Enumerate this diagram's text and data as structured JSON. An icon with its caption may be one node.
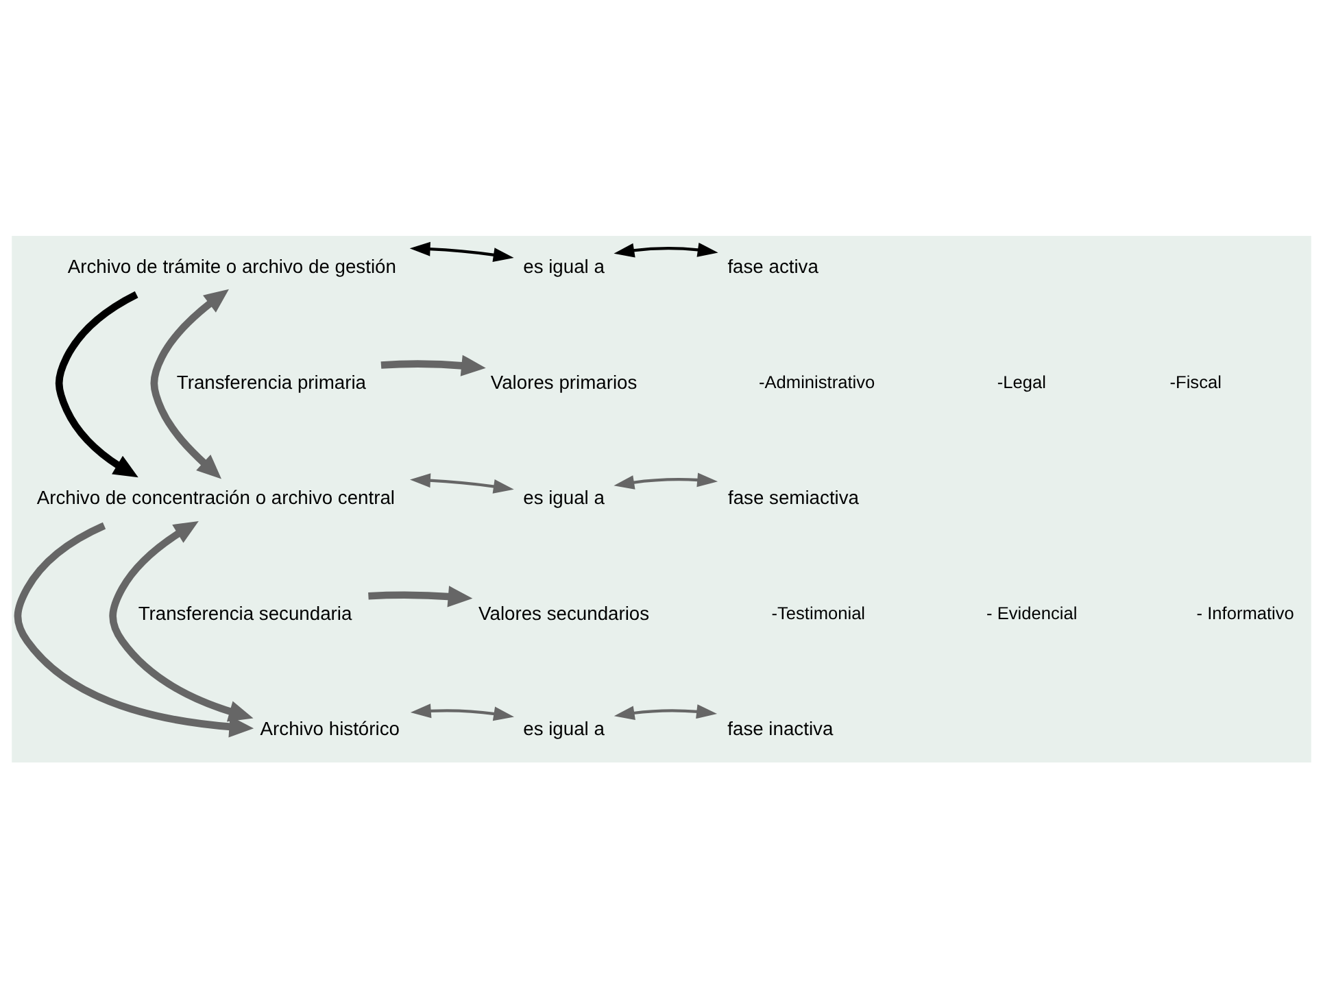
{
  "diagram": {
    "nodes": [
      {
        "text": [
          "Archivo de trámite o archivo de gestión"
        ]
      },
      {
        "text": [
          "es igual a"
        ]
      },
      {
        "text": [
          "fase activa"
        ]
      },
      {
        "text": [
          "Transferencia primaria"
        ]
      },
      {
        "text": [
          "Valores primarios"
        ]
      },
      {
        "text": [
          "Archivo de concentración o archivo central"
        ]
      },
      {
        "text": [
          "es igual a"
        ]
      },
      {
        "text": [
          "fase semiactiva"
        ]
      },
      {
        "text": [
          "Transferencia secundaria"
        ]
      },
      {
        "text": [
          "Valores secundarios"
        ]
      },
      {
        "text": [
          "Archivo histórico"
        ]
      },
      {
        "text": [
          "es igual a"
        ]
      },
      {
        "text": [
          "fase inactiva"
        ]
      }
    ],
    "edges": [
      {
        "from": 0,
        "to": 5,
        "arrow": "to",
        "style": "thick",
        "color": "#000000"
      },
      {
        "from": 0,
        "to": 1,
        "arrow": "both",
        "color": "#000000"
      },
      {
        "from": 1,
        "to": 2,
        "arrow": "both",
        "color": "#000000"
      },
      {
        "from": 0,
        "to": 5,
        "arrow": "both",
        "style": "thick"
      },
      {
        "from": 3,
        "to": 4,
        "arrow": "to",
        "style": "thick"
      },
      {
        "from": 5,
        "to": 6,
        "arrow": "both"
      },
      {
        "from": 6,
        "to": 7,
        "arrow": "both"
      },
      {
        "from": 5,
        "to": 10,
        "arrow": "to",
        "style": "thick"
      },
      {
        "from": 5,
        "to": 10,
        "arrow": "both",
        "style": "thick"
      },
      {
        "from": 8,
        "to": 9,
        "arrow": "to",
        "style": "thick"
      },
      {
        "from": 10,
        "to": 11,
        "arrow": "both"
      },
      {
        "from": 11,
        "to": 12,
        "arrow": "both"
      }
    ],
    "labels": [
      "-Administrativo",
      "-Legal",
      "-Fiscal",
      "-Testimonial",
      "- Evidencial",
      "- Informativo"
    ]
  }
}
